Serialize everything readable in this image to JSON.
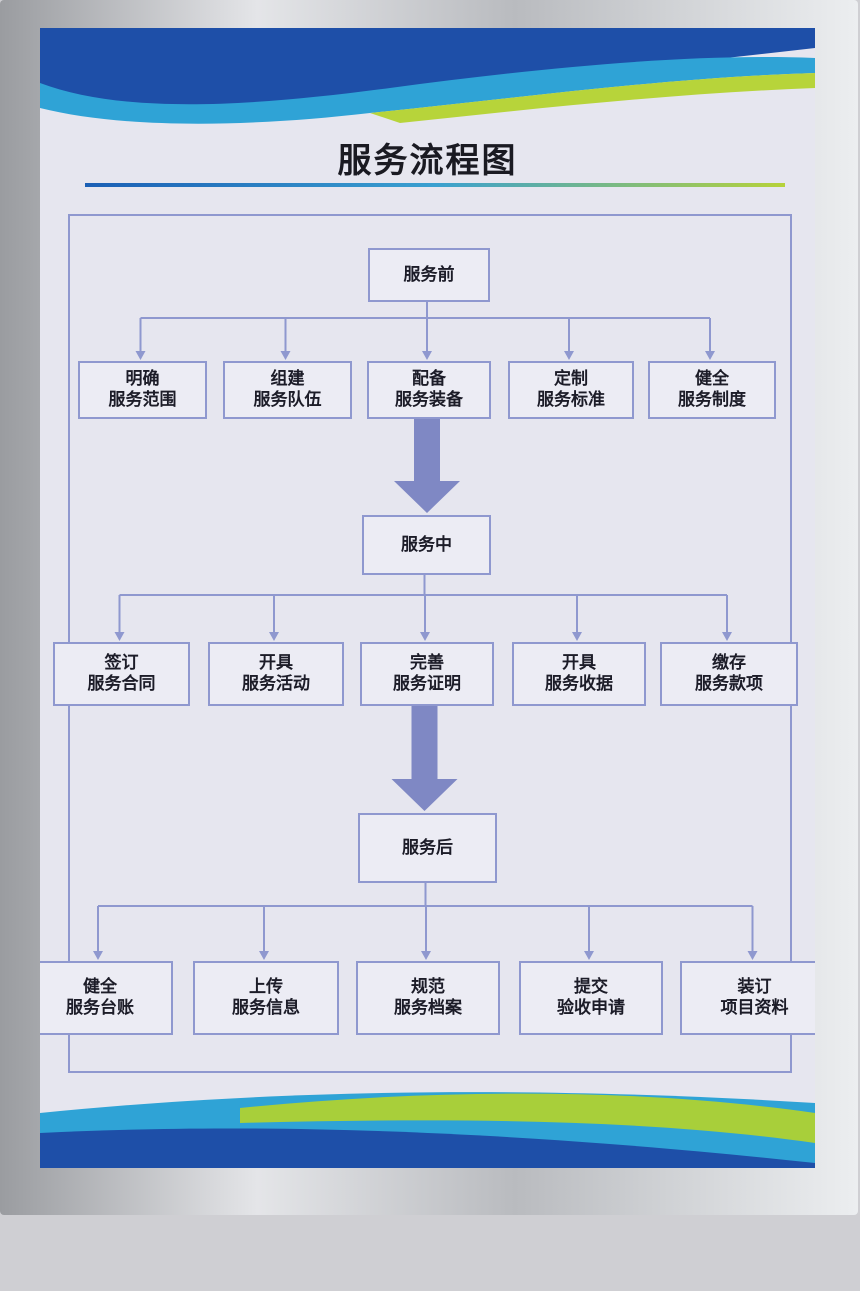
{
  "title": "服务流程图",
  "stages": [
    {
      "label": "服务前",
      "steps": [
        [
          "明确",
          "服务范围"
        ],
        [
          "组建",
          "服务队伍"
        ],
        [
          "配备",
          "服务装备"
        ],
        [
          "定制",
          "服务标准"
        ],
        [
          "健全",
          "服务制度"
        ]
      ]
    },
    {
      "label": "服务中",
      "steps": [
        [
          "签订",
          "服务合同"
        ],
        [
          "开具",
          "服务活动"
        ],
        [
          "完善",
          "服务证明"
        ],
        [
          "开具",
          "服务收据"
        ],
        [
          "缴存",
          "服务款项"
        ]
      ]
    },
    {
      "label": "服务后",
      "steps": [
        [
          "健全",
          "服务台账"
        ],
        [
          "上传",
          "服务信息"
        ],
        [
          "规范",
          "服务档案"
        ],
        [
          "提交",
          "验收申请"
        ],
        [
          "装订",
          "项目资料"
        ]
      ]
    }
  ],
  "colors": {
    "line": "#8f98cf",
    "arrow": "#7f88c4",
    "title_text": "#1a1a22"
  }
}
